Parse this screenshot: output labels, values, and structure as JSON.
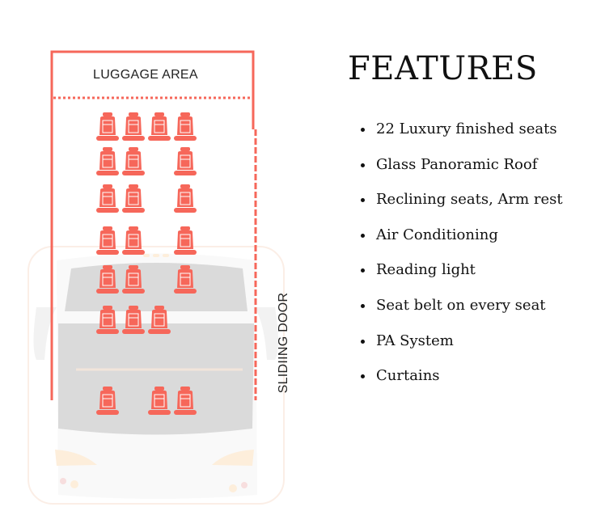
{
  "layout": {
    "luggage_label": "LUGGAGE AREA",
    "door_label": "SLIDIING DOOR",
    "seat_rows": [
      [
        0,
        1,
        2,
        3
      ],
      [
        0,
        1,
        3
      ],
      [
        0,
        1,
        3
      ],
      [
        0,
        1,
        3
      ],
      [
        0,
        1,
        3
      ],
      [
        0,
        1,
        2
      ],
      [
        0,
        2,
        3
      ]
    ],
    "seat_color": "#f6675a"
  },
  "features": {
    "title": "FEATURES",
    "items": [
      "22 Luxury finished seats",
      "Glass Panoramic Roof",
      "Reclining seats, Arm rest",
      "Air Conditioning",
      "Reading light",
      "Seat belt on every seat",
      "PA System",
      "Curtains"
    ]
  }
}
